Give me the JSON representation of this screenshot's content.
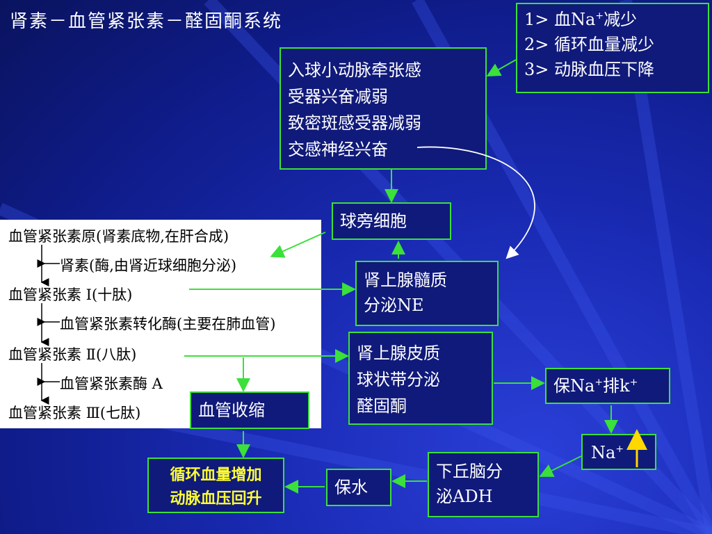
{
  "title": "肾素－血管紧张素－醛固酮系统",
  "stimulus_box": {
    "lines": [
      {
        "pre": "1> 血Na",
        "sup": "+",
        "post": "减少"
      },
      {
        "pre": "2> 循环血量减少",
        "sup": "",
        "post": ""
      },
      {
        "pre": "3> 动脉血压下降",
        "sup": "",
        "post": ""
      }
    ]
  },
  "receptor_box": {
    "lines": [
      "入球小动脉牵张感",
      "受器兴奋减弱",
      "致密斑感受器减弱",
      "交感神经兴奋"
    ]
  },
  "juxtaglomerular_box": {
    "label": "球旁细胞"
  },
  "medulla_box": {
    "lines": [
      "肾上腺髓质",
      "分泌NE"
    ]
  },
  "cortex_box": {
    "lines": [
      "肾上腺皮质",
      "球状带分泌",
      "醛固酮"
    ]
  },
  "retention_box": {
    "pre": "保Na",
    "sup1": "+",
    "mid": "排k",
    "sup2": "+"
  },
  "sodium_box": {
    "pre": "Na",
    "sup": "+"
  },
  "hypothalamus_box": {
    "lines": [
      "下丘脑分",
      "泌ADH"
    ]
  },
  "water_box": {
    "label": "保水"
  },
  "vasoconstriction_box": {
    "label": "血管收缩"
  },
  "result_box": {
    "lines": [
      "循环血量增加",
      "动脉血压回升"
    ]
  },
  "cascade": {
    "angiotensinogen": "血管紧张素原(肾素底物,在肝合成)",
    "renin": "肾素(酶,由肾近球细胞分泌)",
    "ang1": "血管紧张素 Ⅰ(十肽)",
    "ace": "血管紧张素转化酶(主要在肺血管)",
    "ang2": "血管紧张素 Ⅱ(八肽)",
    "aminopeptidase": "血管紧张素酶 A",
    "ang3": "血管紧张素 Ⅲ(七肽)"
  },
  "colors": {
    "box_border": "#3be03b",
    "background": "#1a2bb5",
    "result_text": "#ffff33",
    "arrow_up_sodium": "#ffd800"
  }
}
